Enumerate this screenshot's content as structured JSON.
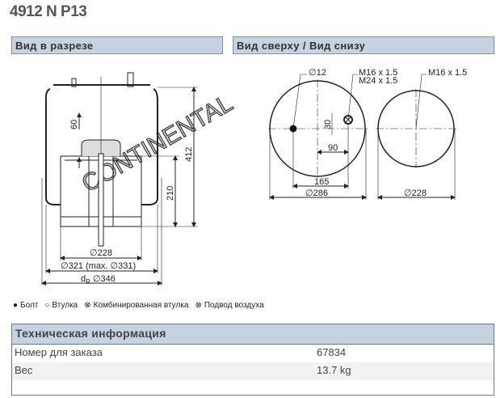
{
  "title": "4912 N P13",
  "sections": {
    "cut": "Вид в разрезе",
    "top": "Вид сверху / Вид снизу"
  },
  "drawing_left": {
    "d60": "60",
    "d412": "412",
    "d210": "210",
    "d228": "∅228",
    "d321": "∅321 (max. ∅331)",
    "dR": "d",
    "dR_sub": "R",
    "d346": "∅346",
    "watermark": "CONTINENTAL"
  },
  "drawing_right": {
    "d12": "∅12",
    "m16a": "M16 x 1.5",
    "m24": "M24 x 1.5",
    "d30": "30",
    "d90": "90",
    "d165": "165",
    "d286": "∅286",
    "m16b": "M16 x 1.5",
    "d228": "∅228"
  },
  "legend": [
    {
      "icon": "●",
      "label": "Болт"
    },
    {
      "icon": "○",
      "label": "Втулка"
    },
    {
      "icon": "⊗",
      "label": "Комбинированная втулка"
    },
    {
      "icon": "⊗",
      "label": "Подвод воздуха"
    }
  ],
  "table": {
    "header": "Техническая информация",
    "rows": [
      {
        "key": "Номер для заказа",
        "value": "67834"
      },
      {
        "key": "Вес",
        "value": "13.7 kg"
      }
    ]
  }
}
